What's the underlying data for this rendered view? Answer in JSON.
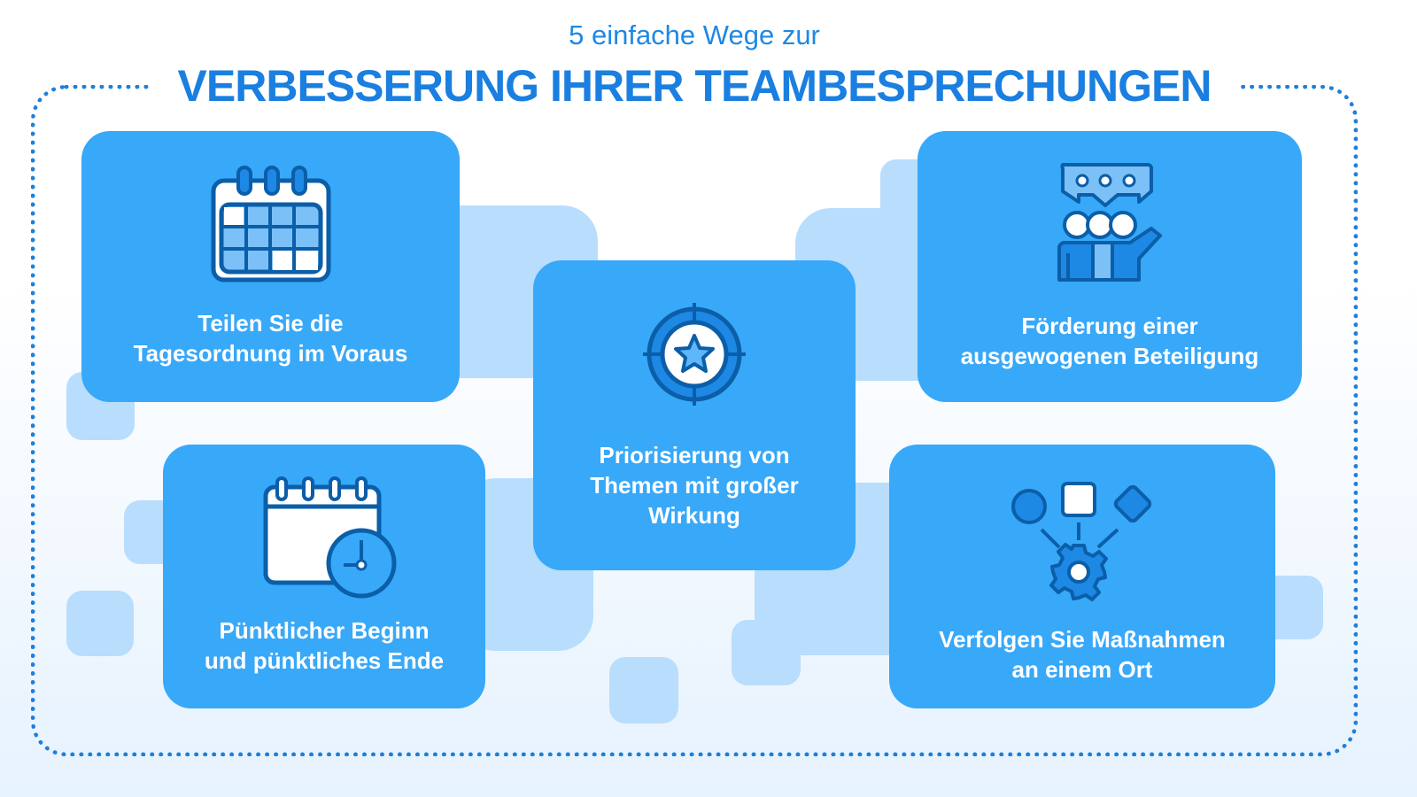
{
  "header": {
    "subtitle": "5 einfache Wege zur",
    "title": "VERBESSERUNG IHRER TEAMBESPRECHUNGEN"
  },
  "cards": [
    {
      "icon": "calendar-icon",
      "line1": "Teilen Sie die",
      "line2": "Tagesordnung im Voraus"
    },
    {
      "icon": "calendar-clock-icon",
      "line1": "Pünktlicher Beginn",
      "line2": "und pünktliches Ende"
    },
    {
      "icon": "target-star-icon",
      "line1": "Priorisierung von",
      "line2": "Themen mit großer",
      "line3": "Wirkung"
    },
    {
      "icon": "team-discussion-icon",
      "line1": "Förderung einer",
      "line2": "ausgewogenen Beteiligung"
    },
    {
      "icon": "workflow-gear-icon",
      "line1": "Verfolgen Sie Maßnahmen",
      "line2": "an einem Ort"
    }
  ],
  "colors": {
    "card": "#38a8f9",
    "dark": "#0b5ea8",
    "light": "#b9ddfc",
    "title": "#1a7fe0"
  }
}
